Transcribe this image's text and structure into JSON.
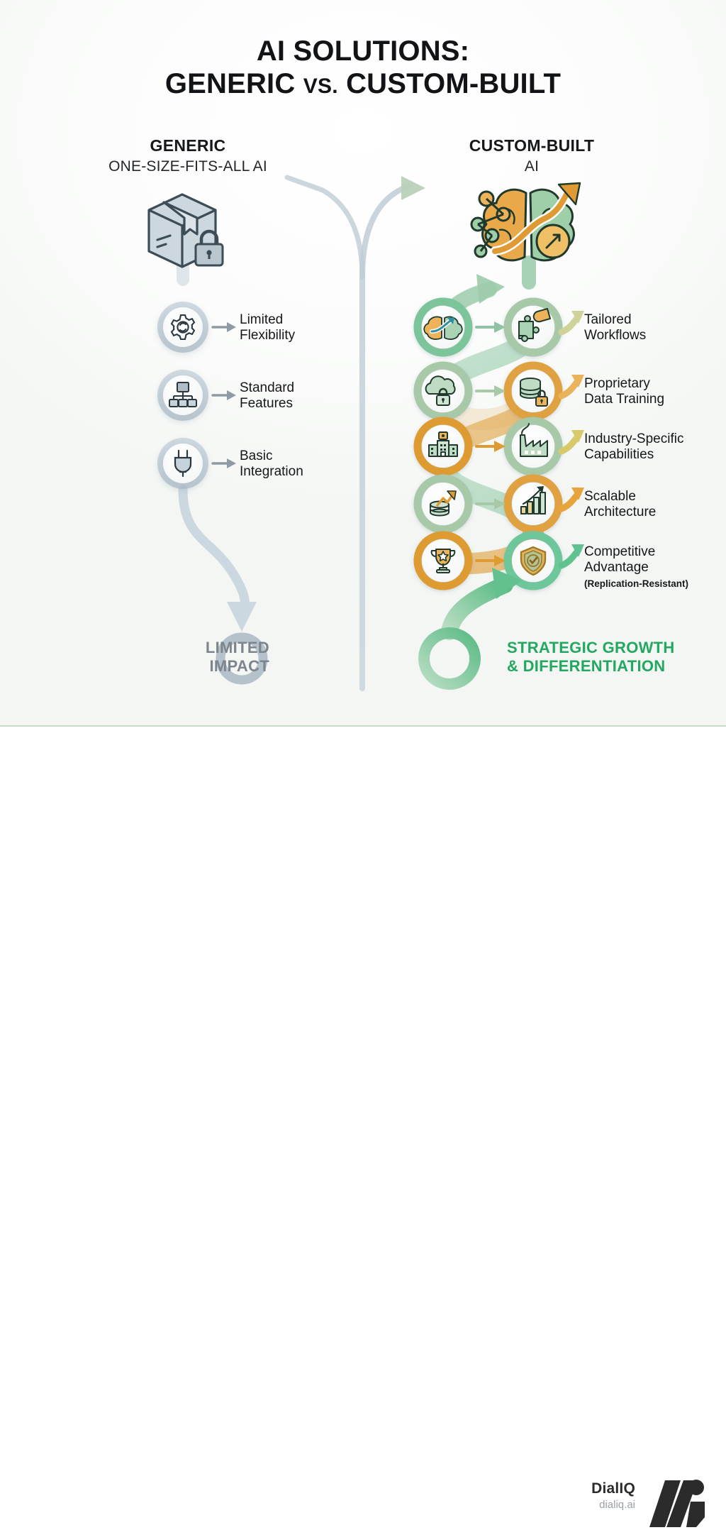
{
  "title": {
    "line1": "AI SOLUTIONS:",
    "line2_a": "GENERIC ",
    "line2_vs": "VS.",
    "line2_b": " CUSTOM-BUILT"
  },
  "columns": {
    "left": {
      "heading": "GENERIC",
      "subheading": "ONE-SIZE-FITS-ALL AI",
      "hero_icon": "locked-box-icon",
      "items": [
        {
          "icon": "gear-settings-icon",
          "label": "Limited\nFlexibility"
        },
        {
          "icon": "org-chart-icon",
          "label": "Standard\nFeatures"
        },
        {
          "icon": "power-plug-icon",
          "label": "Basic\nIntegration"
        }
      ],
      "outcome": "LIMITED\nIMPACT"
    },
    "right": {
      "heading": "CUSTOM-BUILT",
      "subheading": "AI",
      "hero_icon": "ai-brain-growth-arrow-icon",
      "items": [
        {
          "icon_a": "brain-growth-icon",
          "icon_b": "puzzle-piece-icon",
          "label": "Tailored\nWorkflows",
          "sub": ""
        },
        {
          "icon_a": "cloud-lock-icon",
          "icon_b": "database-lock-icon",
          "label": "Proprietary\nData Training",
          "sub": ""
        },
        {
          "icon_a": "office-building-icon",
          "icon_b": "factory-icon",
          "label": "Industry-Specific\nCapabilities",
          "sub": ""
        },
        {
          "icon_a": "coins-growth-icon",
          "icon_b": "bar-chart-icon",
          "label": "Scalable\nArchitecture",
          "sub": ""
        },
        {
          "icon_a": "trophy-icon",
          "icon_b": "shield-check-icon",
          "label": "Competitive\nAdvantage",
          "sub": "(Replication-Resistant)"
        }
      ],
      "outcome": "STRATEGIC GROWTH\n& DIFFERENTIATION"
    }
  },
  "footer": {
    "brand_name": "DialIQ",
    "brand_url": "dialiq.ai",
    "logo": "dialiq-logo-icon"
  },
  "colors": {
    "accent_green": "#22a860",
    "ring_green": "#7cc49a",
    "ring_orange": "#e0a23f",
    "grey": "#aebcc6",
    "outcome_grey": "#7c858e",
    "rule_green": "#c8ddc8",
    "title_black": "#111316"
  }
}
